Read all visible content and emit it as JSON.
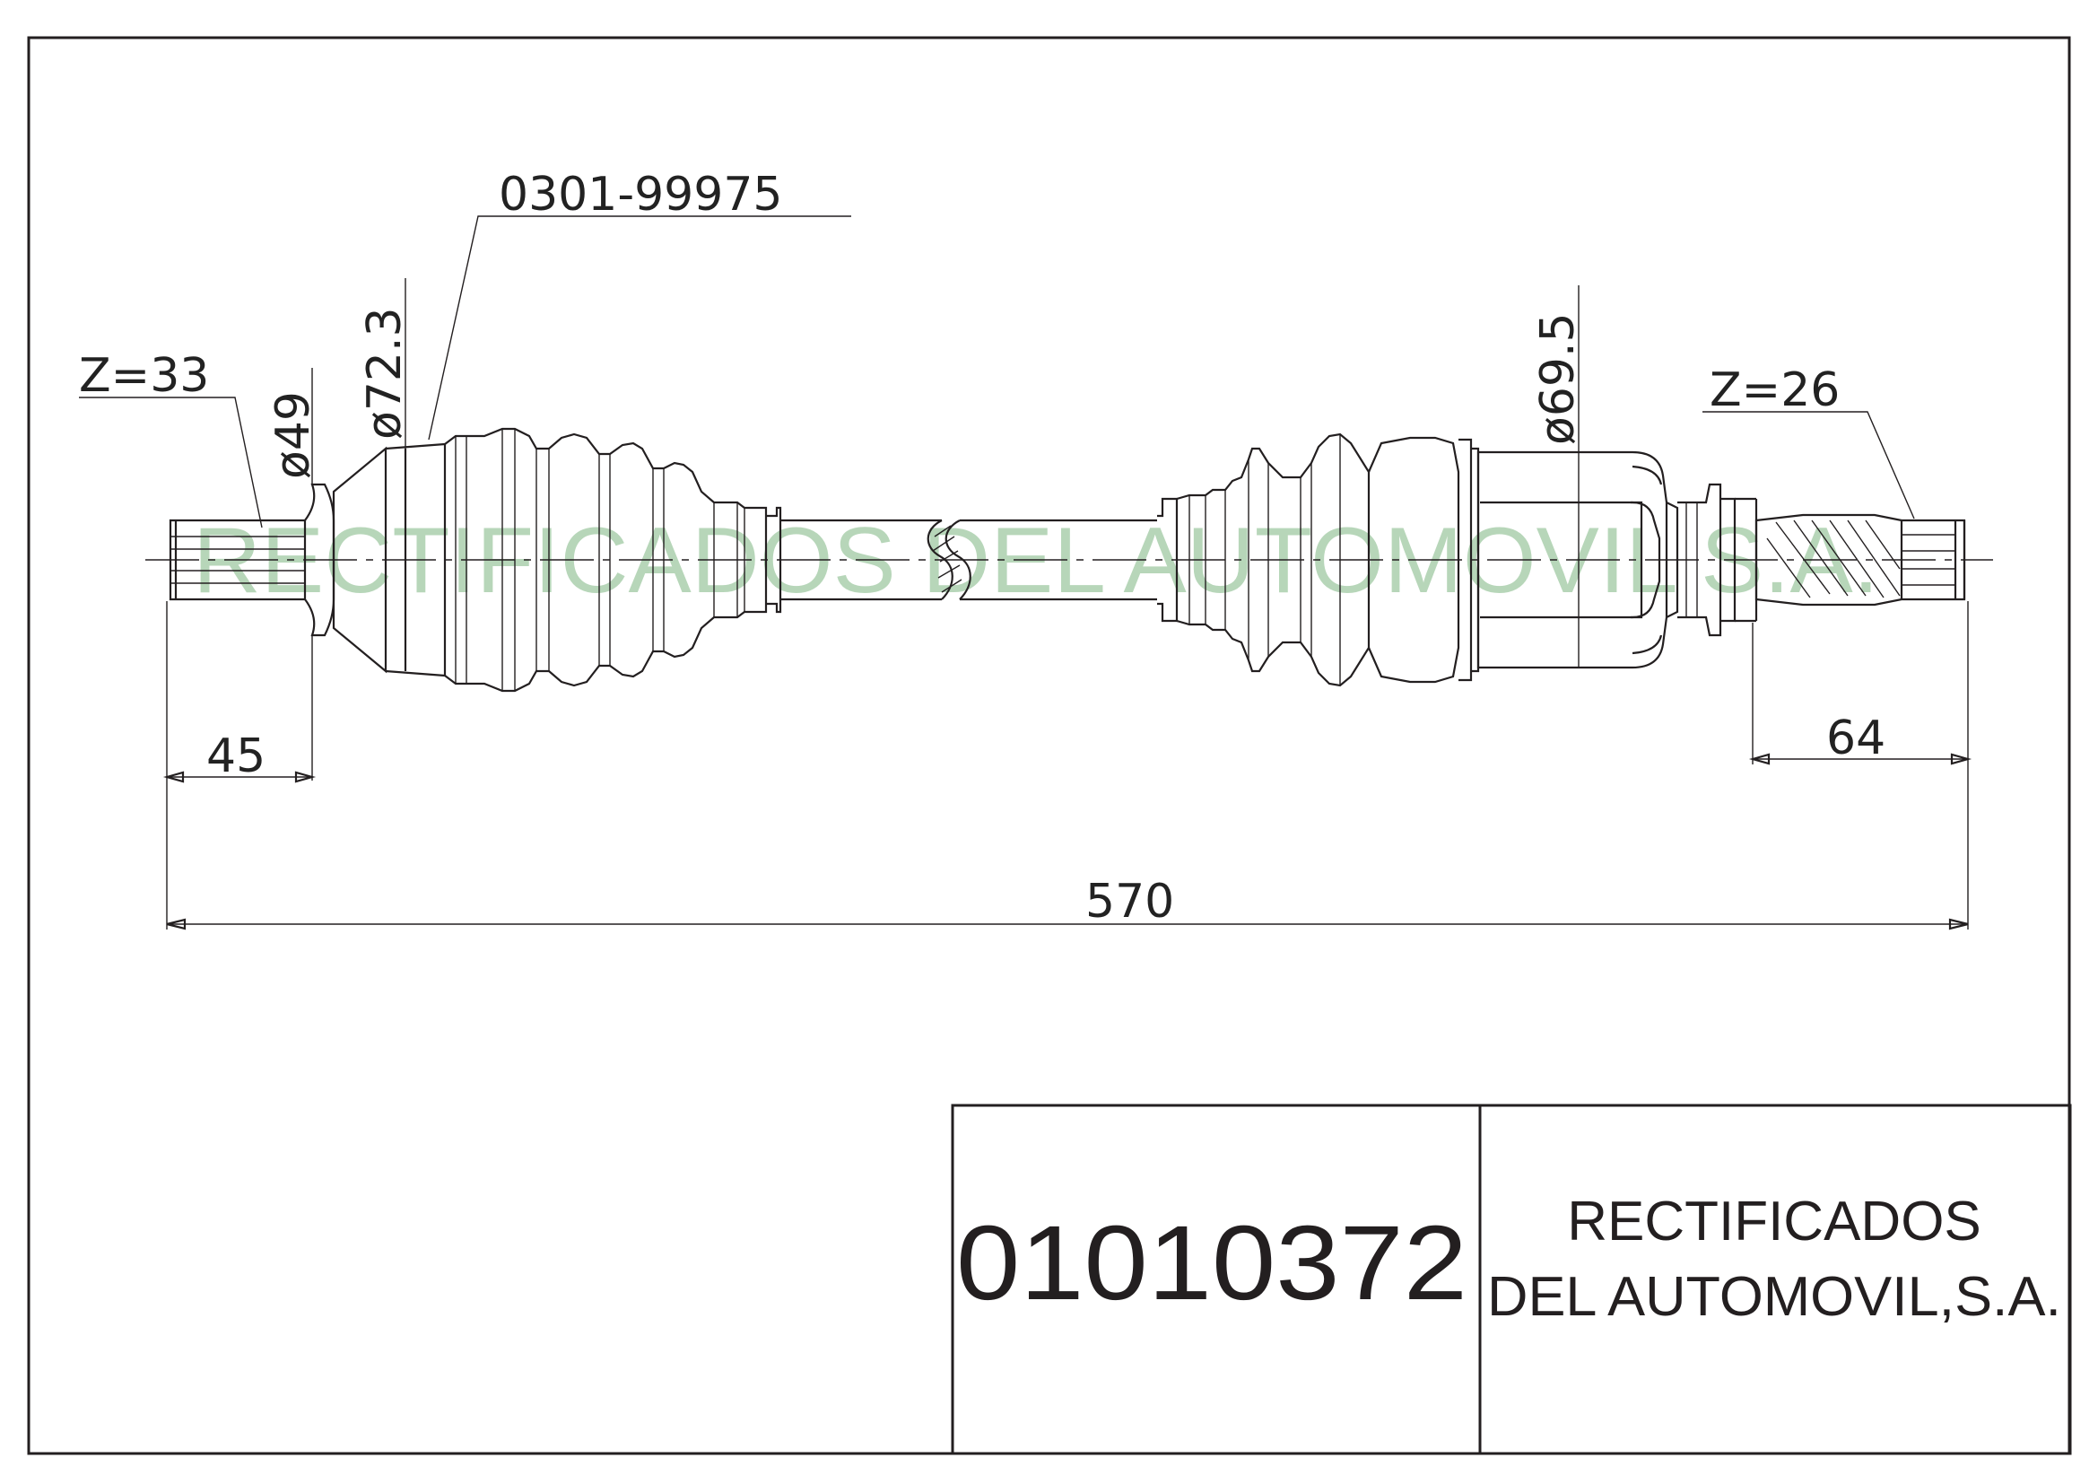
{
  "drawing": {
    "part_number": "01010372",
    "company_line1": "RECTIFICADOS",
    "company_line2": "DEL AUTOMOVIL,S.A.",
    "watermark": "RECTIFICADOS DEL AUTOMOVIL S.A.",
    "boot_kit_ref": "0301-99975",
    "dimensions": {
      "left_spline_teeth": "Z=33",
      "right_spline_teeth": "Z=26",
      "left_seal_diameter": "ø49",
      "left_joint_diameter": "ø72.3",
      "right_joint_diameter": "ø69.5",
      "left_spline_length": "45",
      "right_spline_length": "64",
      "overall_length": "570"
    }
  }
}
